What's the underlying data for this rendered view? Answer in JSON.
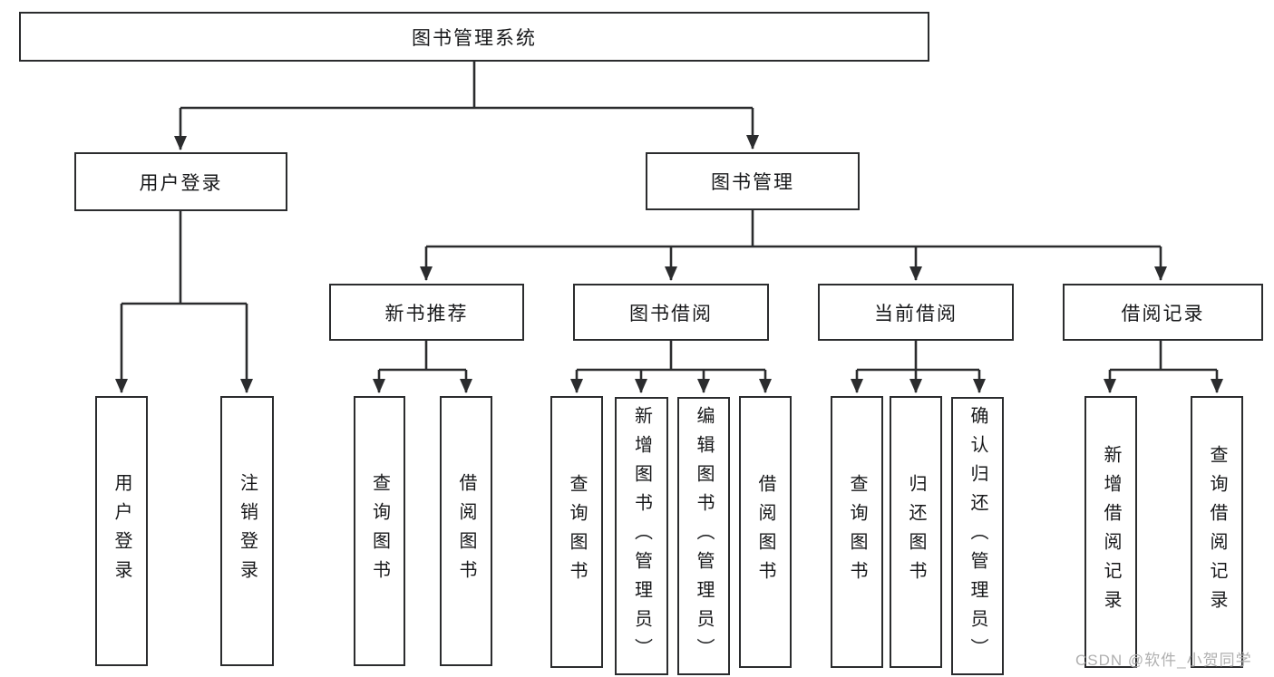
{
  "diagram": {
    "root": {
      "label": "图书管理系统"
    },
    "level2": {
      "user_login": {
        "label": "用户登录"
      },
      "book_management": {
        "label": "图书管理"
      }
    },
    "level3": {
      "new_book_recommend": {
        "label": "新书推荐"
      },
      "book_borrow": {
        "label": "图书借阅"
      },
      "current_borrow": {
        "label": "当前借阅"
      },
      "borrow_record": {
        "label": "借阅记录"
      }
    },
    "leaves": {
      "user_login": {
        "label": "用户登录"
      },
      "logout": {
        "label": "注销登录"
      },
      "nbr_query_book": {
        "label": "查询图书"
      },
      "nbr_borrow_book": {
        "label": "借阅图书"
      },
      "bb_query_book": {
        "label": "查询图书"
      },
      "bb_add_book": {
        "label": "新增图书（管理员）"
      },
      "bb_edit_book": {
        "label": "编辑图书（管理员）"
      },
      "bb_borrow_book": {
        "label": "借阅图书"
      },
      "cb_query_book": {
        "label": "查询图书"
      },
      "cb_return_book": {
        "label": "归还图书"
      },
      "cb_confirm_return": {
        "label": "确认归还（管理员）"
      },
      "br_add_record": {
        "label": "新增借阅记录"
      },
      "br_query_record": {
        "label": "查询借阅记录"
      }
    }
  },
  "watermark": {
    "text": "CSDN @软件_小贺同学"
  },
  "colors": {
    "line": "#2b2c2e",
    "box_border": "#2b2c2e",
    "text": "#17181a",
    "watermark": "#b0b0b0",
    "background": "#ffffff"
  }
}
